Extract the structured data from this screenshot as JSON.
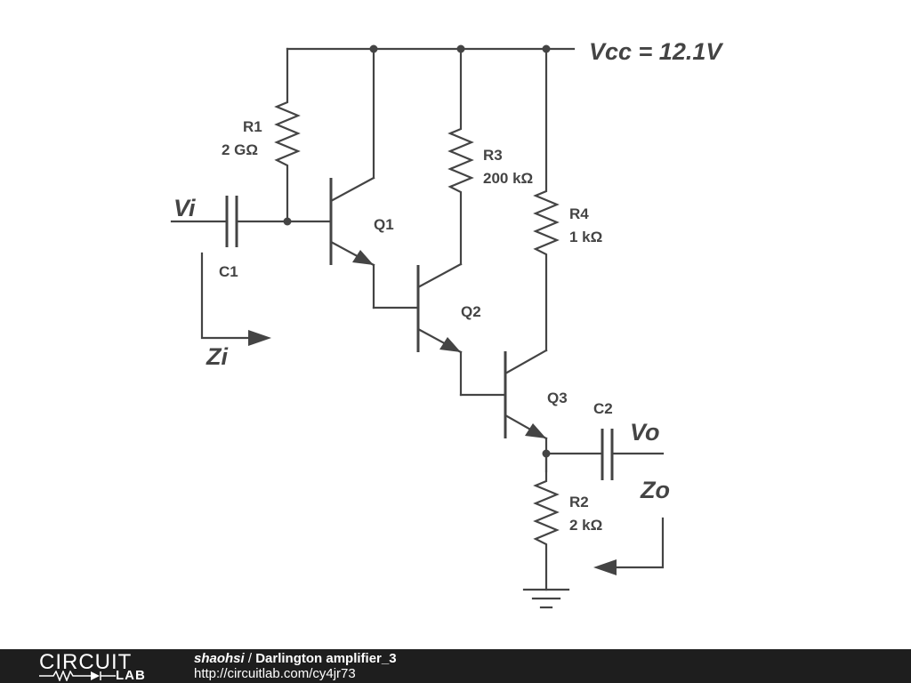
{
  "schematic": {
    "vcc_label": "Vcc = 12.1V",
    "vi_label": "Vi",
    "vo_label": "Vo",
    "zi_label": "Zi",
    "zo_label": "Zo",
    "components": {
      "R1": {
        "name": "R1",
        "value": "2 GΩ"
      },
      "R2": {
        "name": "R2",
        "value": "2 kΩ"
      },
      "R3": {
        "name": "R3",
        "value": "200 kΩ"
      },
      "R4": {
        "name": "R4",
        "value": "1 kΩ"
      },
      "C1": {
        "name": "C1"
      },
      "C2": {
        "name": "C2"
      },
      "Q1": {
        "name": "Q1"
      },
      "Q2": {
        "name": "Q2"
      },
      "Q3": {
        "name": "Q3"
      }
    }
  },
  "footer": {
    "logo_top": "CIRCUIT",
    "logo_bottom": "LAB",
    "author": "shaohsi",
    "separator": " / ",
    "title": "Darlington amplifier_3",
    "url": "http://circuitlab.com/cy4jr73"
  },
  "colors": {
    "wire": "#444444",
    "footer_bg": "#1e1e1e",
    "footer_text": "#ffffff"
  }
}
